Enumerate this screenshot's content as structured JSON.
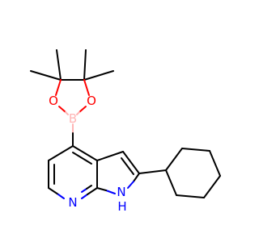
{
  "atoms": {
    "boron": {
      "label": "B",
      "color": "#ffb5b5"
    },
    "oxygen_left": {
      "label": "O",
      "color": "#ff0000"
    },
    "oxygen_right": {
      "label": "O",
      "color": "#ff0000"
    },
    "nitrogen_pyridine": {
      "label": "N",
      "color": "#0000ff"
    },
    "nitrogen_pyrrole": {
      "label": "N",
      "color": "#0000ff"
    },
    "hydrogen_pyrrole": {
      "label": "H",
      "color": "#0000ff"
    }
  }
}
